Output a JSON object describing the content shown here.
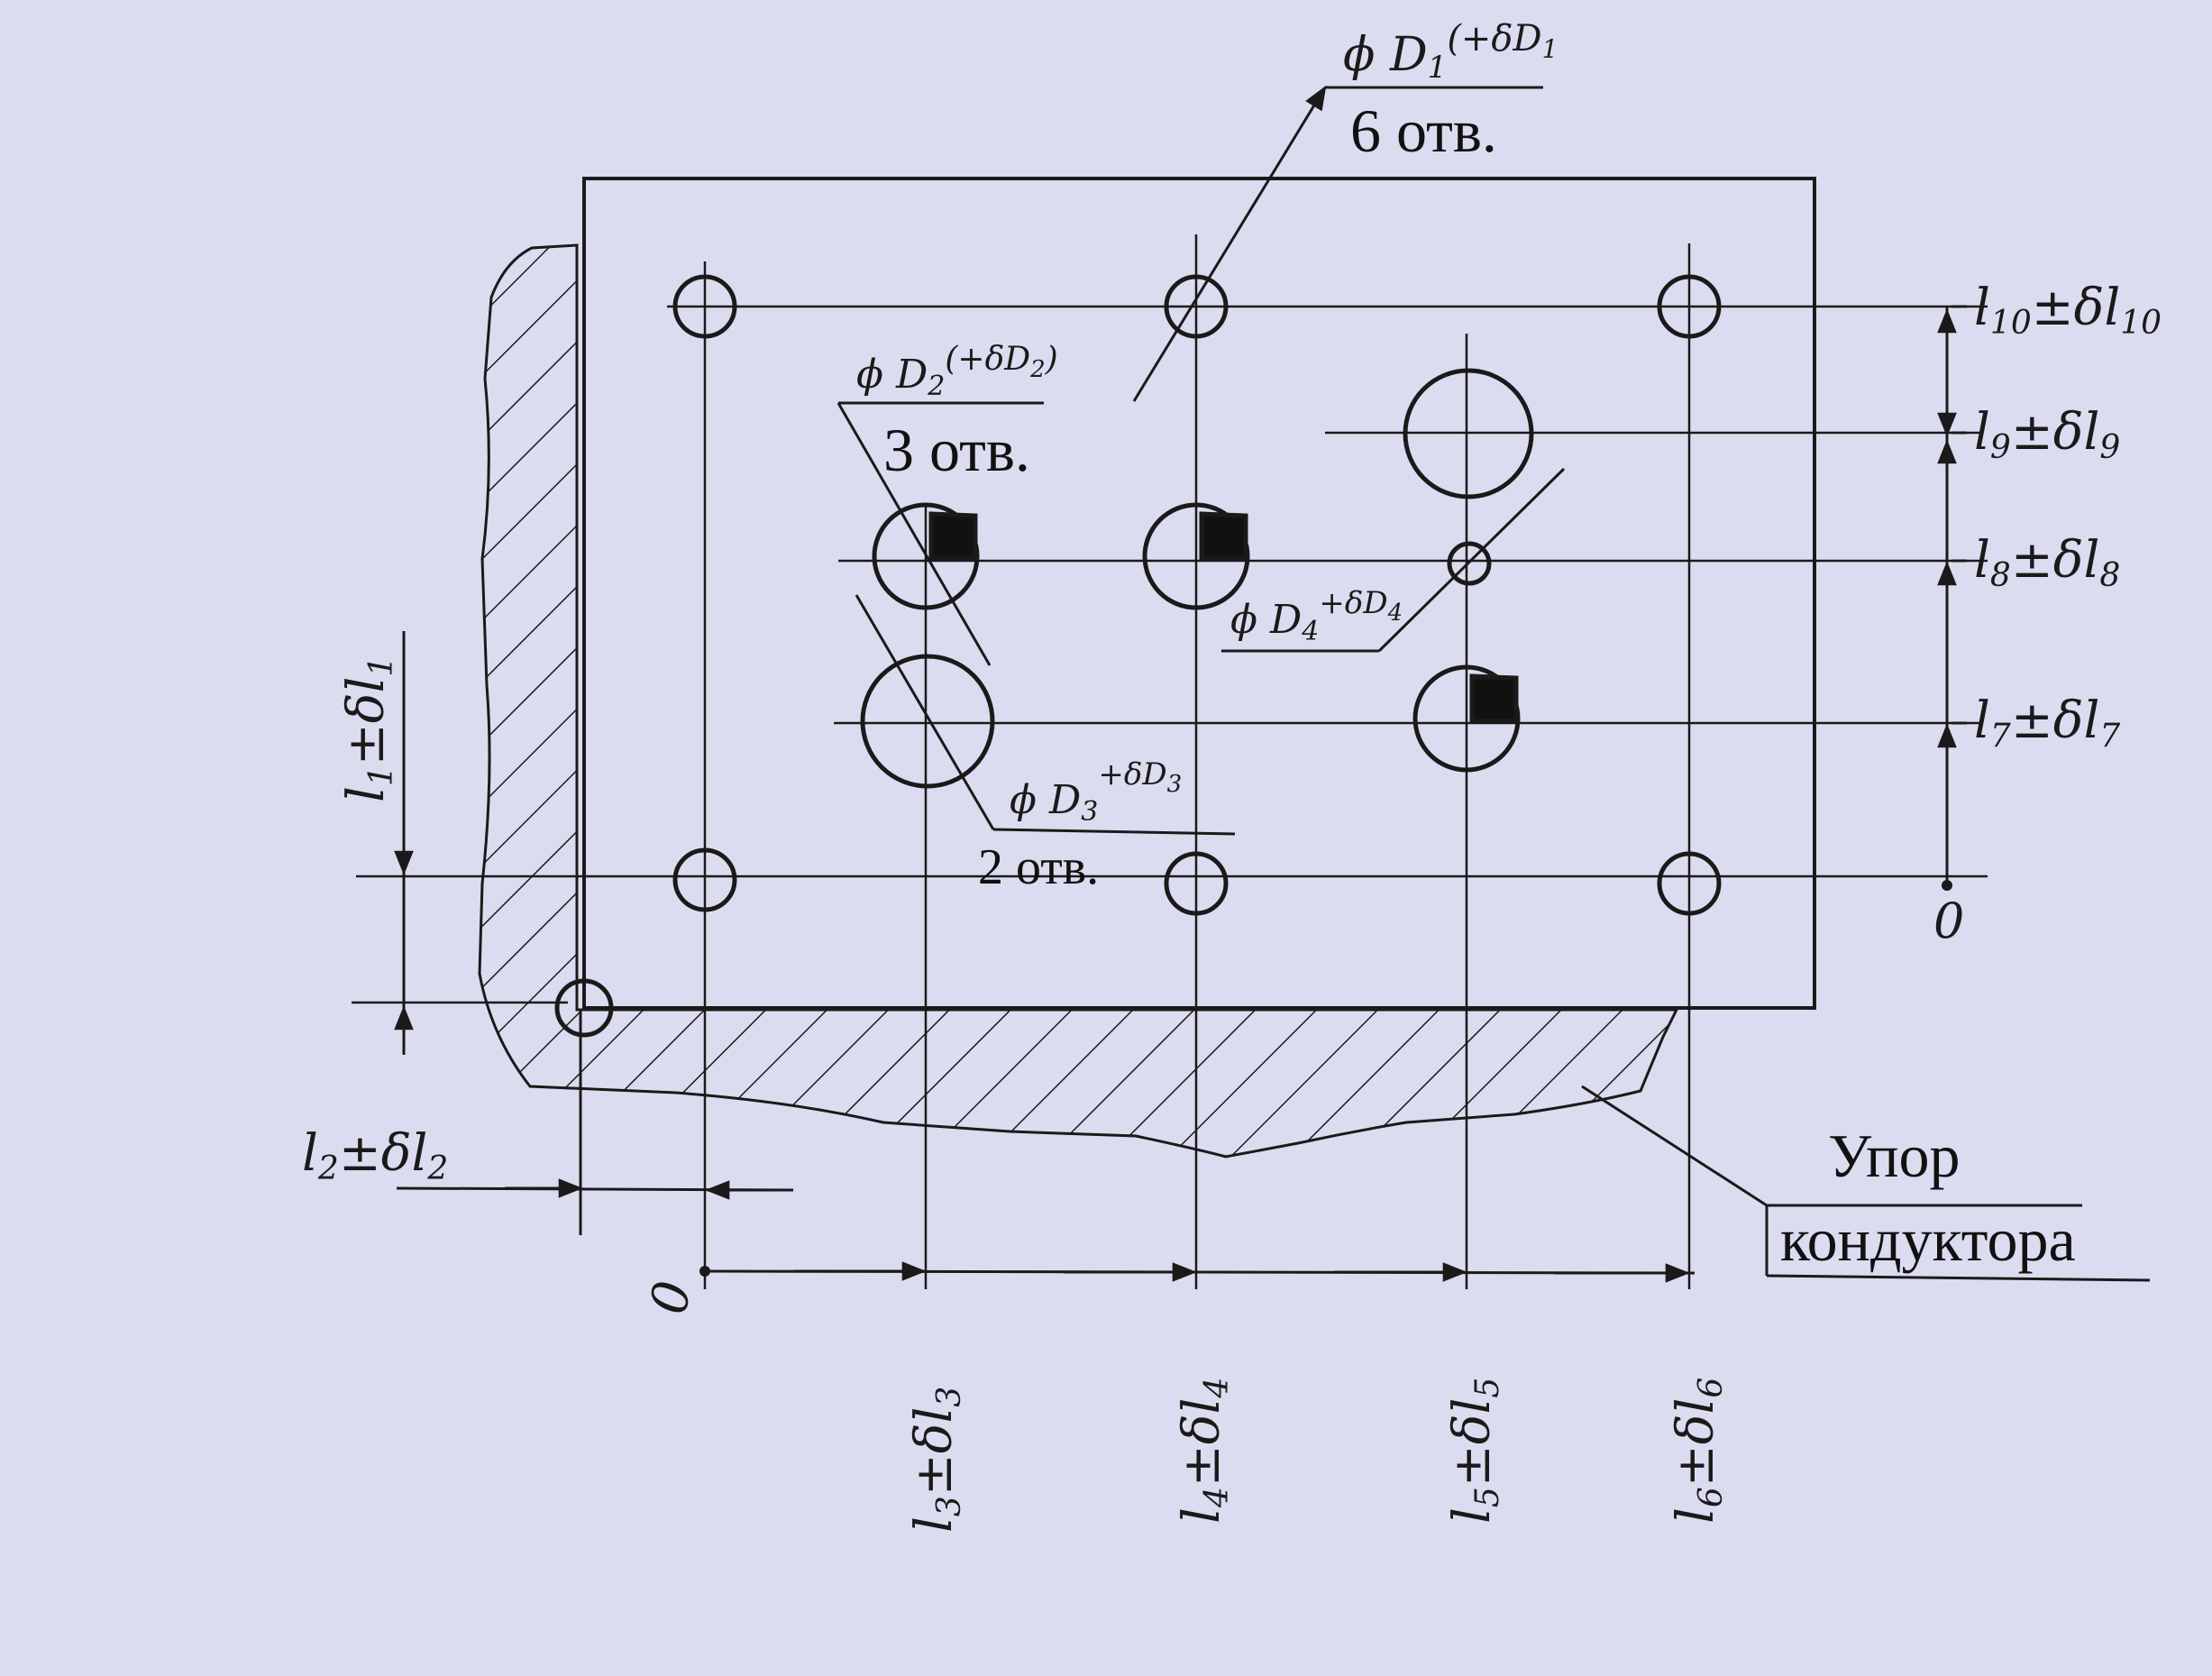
{
  "colors": {
    "paper": "#dcdcf0",
    "ink": "#1a1a1a"
  },
  "holes": {
    "d1": {
      "symbol": "ϕ D",
      "sub": "1",
      "tol": "(+δD",
      "tol_sub": "1",
      "count": "6 отв."
    },
    "d2": {
      "symbol": "ϕ D",
      "sub": "2",
      "tol": "(+δD",
      "tol_sub": "2",
      "tol_close": ")",
      "count": "3 отв."
    },
    "d3": {
      "symbol": "ϕ D",
      "sub": "3",
      "tol": "+δD",
      "tol_sub": "3",
      "count": "2 отв."
    },
    "d4": {
      "symbol": "ϕ D",
      "sub": "4",
      "tol": "+δD",
      "tol_sub": "4"
    }
  },
  "dims": {
    "l1": {
      "main": "l",
      "sub": "1",
      "tol": "±δl",
      "tol_sub": "1"
    },
    "l2": {
      "main": "l",
      "sub": "2",
      "tol": "±δl",
      "tol_sub": "2"
    },
    "l3": {
      "main": "l",
      "sub": "3",
      "tol": "±δl",
      "tol_sub": "3"
    },
    "l4": {
      "main": "l",
      "sub": "4",
      "tol": "±δl",
      "tol_sub": "4"
    },
    "l5": {
      "main": "l",
      "sub": "5",
      "tol": "±δl",
      "tol_sub": "5"
    },
    "l6": {
      "main": "l",
      "sub": "6",
      "tol": "±δl",
      "tol_sub": "6"
    },
    "l7": {
      "main": "l",
      "sub": "7",
      "tol": "±δl",
      "tol_sub": "7"
    },
    "l8": {
      "main": "l",
      "sub": "8",
      "tol": "±δl",
      "tol_sub": "8"
    },
    "l9": {
      "main": "l",
      "sub": "9",
      "tol": "±δl",
      "tol_sub": "9"
    },
    "l10": {
      "main": "l",
      "sub": "10",
      "tol": "±δl",
      "tol_sub": "10"
    }
  },
  "origins": {
    "horizontal": "0",
    "vertical": "0"
  },
  "stop_label": {
    "line1": "Упор",
    "line2": "кондуктора"
  }
}
